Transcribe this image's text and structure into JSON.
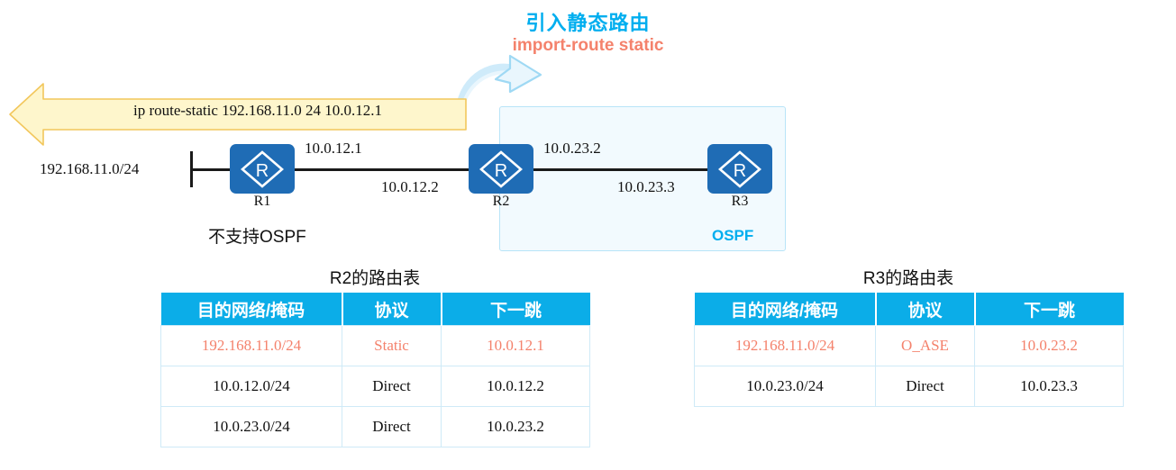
{
  "annotation": {
    "title": "引入静态路由",
    "subtitle": "import-route static",
    "title_color": "#00AEEF",
    "subtitle_color": "#F4826C",
    "curve_arrow_icon": "curved-arrow-icon"
  },
  "banner": {
    "command": "ip route-static 192.168.11.0 24 10.0.12.1",
    "fill": "#FEF6CC",
    "stroke": "#F2C75C",
    "icon": "left-arrow-banner-icon"
  },
  "topology": {
    "network_label": "192.168.11.0/24",
    "routers": [
      {
        "id": "r1",
        "label": "R1",
        "icon": "router-icon"
      },
      {
        "id": "r2",
        "label": "R2",
        "icon": "router-icon"
      },
      {
        "id": "r3",
        "label": "R3",
        "icon": "router-icon"
      }
    ],
    "interface_ips": {
      "r1_to_r2": "10.0.12.1",
      "r2_to_r1": "10.0.12.2",
      "r2_to_r3": "10.0.23.2",
      "r3_to_r2": "10.0.23.3"
    },
    "r1_note": "不支持OSPF",
    "ospf_area_label": "OSPF",
    "ospf_area_color": "#00AEEF",
    "router_color": "#1F6CB5"
  },
  "tables": [
    {
      "id": "r2-routing-table",
      "title": "R2的路由表",
      "columns": [
        "目的网络/掩码",
        "协议",
        "下一跳"
      ],
      "rows": [
        {
          "cells": [
            "192.168.11.0/24",
            "Static",
            "10.0.12.1"
          ],
          "highlight": true
        },
        {
          "cells": [
            "10.0.12.0/24",
            "Direct",
            "10.0.12.2"
          ],
          "highlight": false
        },
        {
          "cells": [
            "10.0.23.0/24",
            "Direct",
            "10.0.23.2"
          ],
          "highlight": false
        }
      ]
    },
    {
      "id": "r3-routing-table",
      "title": "R3的路由表",
      "columns": [
        "目的网络/掩码",
        "协议",
        "下一跳"
      ],
      "rows": [
        {
          "cells": [
            "192.168.11.0/24",
            "O_ASE",
            "10.0.23.2"
          ],
          "highlight": true
        },
        {
          "cells": [
            "10.0.23.0/24",
            "Direct",
            "10.0.23.3"
          ],
          "highlight": false
        }
      ]
    }
  ],
  "colors": {
    "header_blue": "#0BADE8",
    "highlight_red": "#F4826C",
    "ospf_fill": "#F2FAFE",
    "ospf_border": "#B8E4F8"
  }
}
